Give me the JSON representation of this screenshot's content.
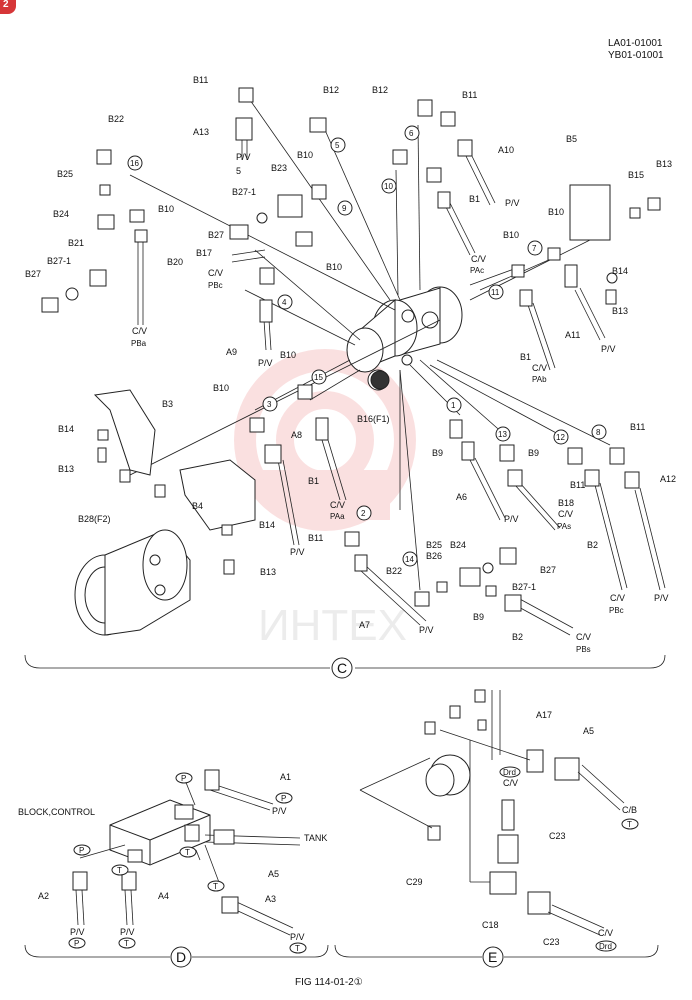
{
  "corner_badge": "2",
  "doc_codes": [
    "LA01-01001",
    "YB01-01001"
  ],
  "watermark": "ИНТЕХ",
  "figure_caption": "FIG 114-01-2①",
  "sections": {
    "c": "C",
    "d": "D",
    "e": "E"
  },
  "block_label": "BLOCK,CONTROL",
  "tank_label": "TANK",
  "callouts": [
    "B11",
    "B12",
    "B12",
    "B11",
    "A13",
    "B22",
    "B5",
    "A10",
    "B13",
    "B25",
    "B23",
    "B10",
    "B1",
    "B15",
    "B27-1",
    "B10",
    "B24",
    "B10",
    "B27",
    "B21",
    "B17",
    "B20",
    "B10",
    "B14",
    "B27-1",
    "B10",
    "B27",
    "B13",
    "A9",
    "A11",
    "B1",
    "B3",
    "B10",
    "B10",
    "B16(F1)",
    "B14",
    "B13",
    "A8",
    "B9",
    "B11",
    "B9",
    "A12",
    "B28(F2)",
    "B1",
    "B11",
    "A6",
    "B18",
    "B4",
    "B14",
    "B11",
    "B25",
    "B24",
    "B26",
    "B13",
    "B22",
    "B27",
    "B27-1",
    "A7",
    "B9",
    "B2",
    "B2",
    "A1",
    "A17",
    "A5",
    "A5",
    "A3",
    "A2",
    "A4",
    "C23",
    "C29",
    "C18",
    "C23"
  ],
  "line_codes": [
    "P/V",
    "P/V",
    "C/V",
    "P/V",
    "C/V",
    "P/V",
    "C/V",
    "P/V",
    "C/V",
    "C/V",
    "P/V",
    "P/V",
    "C/V",
    "P/V",
    "C/V",
    "P/V",
    "P/V",
    "C/B",
    "P/V",
    "C/V",
    "P/V",
    "P/V",
    "C/V"
  ],
  "port_codes": [
    "5",
    "6",
    "PAc",
    "PBc",
    "4",
    "PBa",
    "PAb",
    "7",
    "3",
    "PAa",
    "1",
    "PAs",
    "PBc",
    "8",
    "PBs",
    "2",
    "P",
    "P",
    "P",
    "T",
    "T",
    "T",
    "P",
    "T",
    "Drd",
    "T",
    "Drd"
  ],
  "numbered_markers": [
    "16",
    "5",
    "10",
    "6",
    "9",
    "7",
    "11",
    "4",
    "15",
    "3",
    "13",
    "12",
    "8",
    "1",
    "2",
    "14"
  ]
}
